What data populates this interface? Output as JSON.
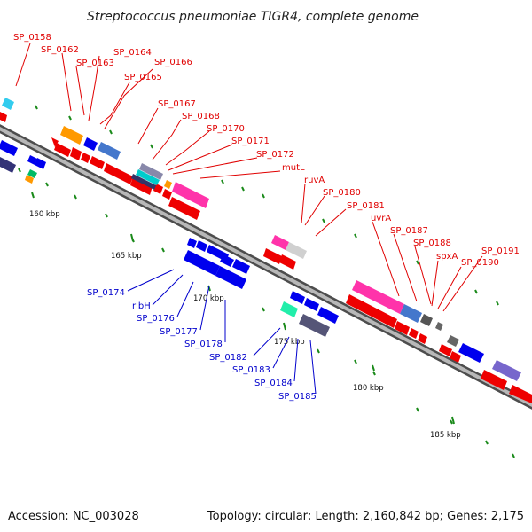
{
  "title": "Streptococcus pneumoniae TIGR4, complete genome",
  "footer": {
    "accession": "Accession: NC_003028",
    "summary": "Topology: circular; Length: 2,160,842 bp; Genes: 2,175"
  },
  "scale_labels": [
    "160 kbp",
    "165 kbp",
    "170 kbp",
    "175 kbp",
    "180 kbp",
    "185 kbp"
  ],
  "forward_genes": [
    "SP_0158",
    "SP_0162",
    "SP_0163",
    "SP_0164",
    "SP_0165",
    "SP_0166",
    "SP_0167",
    "SP_0168",
    "SP_0170",
    "SP_0171",
    "SP_0172",
    "mutL",
    "ruvA",
    "SP_0180",
    "SP_0181",
    "uvrA",
    "SP_0187",
    "SP_0188",
    "spxA",
    "SP_0191",
    "SP_0190"
  ],
  "reverse_genes": [
    "SP_0174",
    "ribH",
    "SP_0176",
    "SP_0177",
    "SP_0178",
    "SP_0182",
    "SP_0183",
    "SP_0184",
    "SP_0185"
  ],
  "colors": {
    "forward_label": "#e00000",
    "reverse_label": "#0000cc",
    "backbone": "#9a9a9a",
    "cds_forward": "#ee0000",
    "cds_reverse": "#0000ee",
    "tick": "#1a8a1a"
  }
}
